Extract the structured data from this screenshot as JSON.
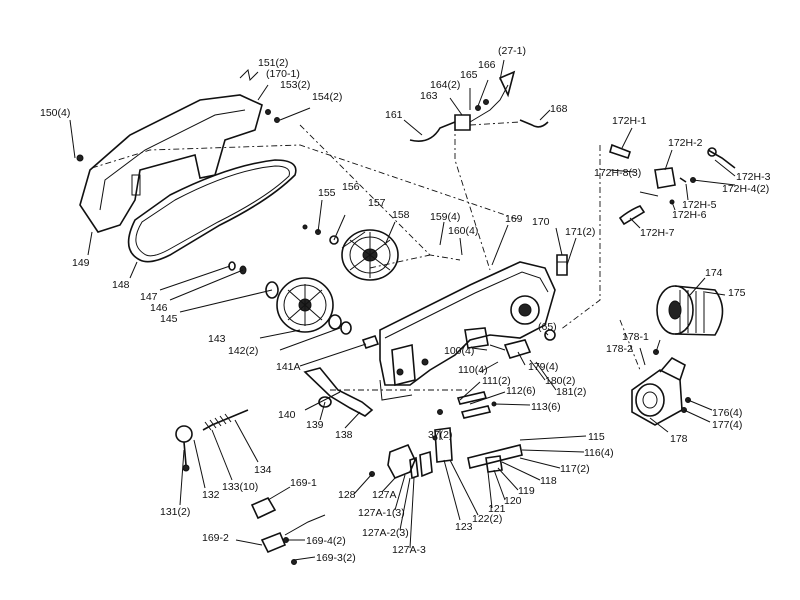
{
  "labels": {
    "l151_2": "151(2)",
    "l170_1": "(170-1)",
    "l153_2": "153(2)",
    "l154_2": "154(2)",
    "l150_4": "150(4)",
    "l27_1": "(27-1)",
    "l166": "166",
    "l165": "165",
    "l164_2": "164(2)",
    "l163": "163",
    "l161": "161",
    "l168": "168",
    "l172H_1": "172H-1",
    "l172H_2": "172H-2",
    "l172H_8_3": "172H-8(3)",
    "l172H_3": "172H-3",
    "l172H_4_2": "172H-4(2)",
    "l172H_5": "172H-5",
    "l172H_6": "172H-6",
    "l172H_7": "172H-7",
    "l155": "155",
    "l156": "156",
    "l157": "157",
    "l158": "158",
    "l159_4": "159(4)",
    "l160_4": "160(4)",
    "l169": "169",
    "l170": "170",
    "l171_2": "171(2)",
    "l149": "149",
    "l148": "148",
    "l147": "147",
    "l146": "146",
    "l145": "145",
    "l174": "174",
    "l175": "175",
    "l143": "143",
    "l142_2": "142(2)",
    "l65": "(65)",
    "l141A": "141A",
    "l100_4": "100(4)",
    "l110_4": "110(4)",
    "l179_4": "179(4)",
    "l178_1": "178-1",
    "l178_2": "178-2",
    "l180_2": "180(2)",
    "l181_2": "181(2)",
    "l111_2": "111(2)",
    "l112_6": "112(6)",
    "l113_6": "113(6)",
    "l140": "140",
    "l139": "139",
    "l138": "138",
    "l176_4": "176(4)",
    "l177_4": "177(4)",
    "l178": "178",
    "l37_2": "37(2)",
    "l115": "115",
    "l116_4": "116(4)",
    "l117_2": "117(2)",
    "l118": "118",
    "l119": "119",
    "l120": "120",
    "l121": "121",
    "l122_2": "122(2)",
    "l123": "123",
    "l131_2": "131(2)",
    "l132": "132",
    "l133_10": "133(10)",
    "l134": "134",
    "l169_1": "169-1",
    "l128": "128",
    "l127A": "127A",
    "l127A_1_3": "127A-1(3)",
    "l127A_2_3": "127A-2(3)",
    "l127A_3": "127A-3",
    "l169_2": "169-2",
    "l169_4_2": "169-4(2)",
    "l169_3_2": "169-3(2)"
  }
}
